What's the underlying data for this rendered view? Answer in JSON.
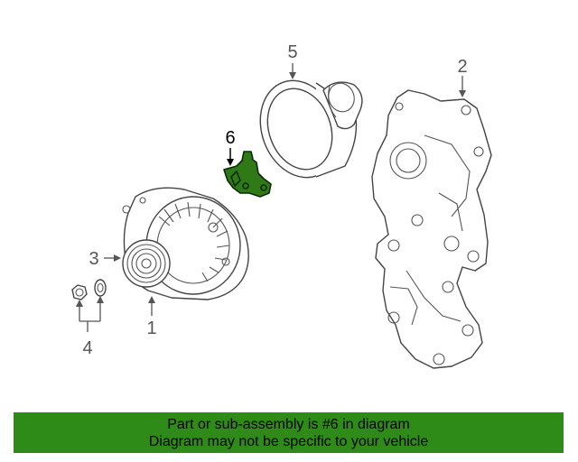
{
  "callouts": {
    "c1": "1",
    "c2": "2",
    "c3": "3",
    "c4": "4",
    "c5": "5",
    "c6": "6"
  },
  "highlight_color": "#2e8b17",
  "banner": {
    "line1": "Part or sub-assembly is #6 in diagram",
    "line2": "Diagram may not be specific to your vehicle"
  }
}
